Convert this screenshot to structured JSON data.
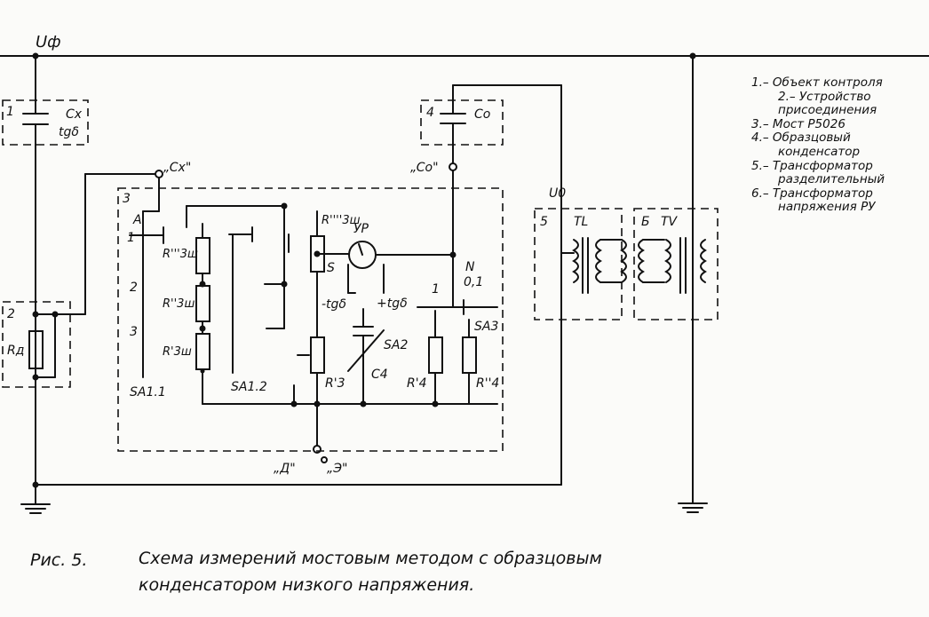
{
  "labels": {
    "u_phase": "Uф",
    "b1": "1",
    "cx": "Cx",
    "tg1": "tgδ",
    "b4": "4",
    "co": "Co",
    "cx_node": "„Cx\"",
    "co_node": "„Co\"",
    "b3": "3",
    "a": "A",
    "s1": "1",
    "s2": "2",
    "s3": "3",
    "r3w3": "R'''3ш",
    "r3w2": "R''3ш",
    "r3w1": "R'3ш",
    "r3w4": "R''''3ш",
    "sa11": "SA1.1",
    "sa12": "SA1.2",
    "s": "S",
    "up": "УР",
    "tgm": "-tgδ",
    "tgp": "+tgδ",
    "one": "1",
    "n": "N",
    "zero_one": "0,1",
    "sa2": "SA2",
    "sa3": "SA3",
    "c4": "C4",
    "r3": "R'3",
    "r4a": "R'4",
    "r4b": "R''4",
    "b2": "2",
    "rd": "Rд",
    "d_node": "„Д\"",
    "e_node": "„Э\"",
    "u0": "U0",
    "b5": "5",
    "tl": "TL",
    "b6": "Б",
    "tv": "TV"
  },
  "legend": [
    "1.– Объект контроля",
    "2.– Устройство",
    "присоединения",
    "3.– Мост Р5026",
    "4.– Образцовый",
    "конденсатор",
    "5.– Трансформатор",
    "разделительный",
    "6.– Трансформатор",
    "напряжения РУ"
  ],
  "caption": {
    "prefix": "Рис. 5.",
    "line1": "Схема измерений мостовым методом с образцовым",
    "line2": "конденсатором низкого напряжения."
  }
}
